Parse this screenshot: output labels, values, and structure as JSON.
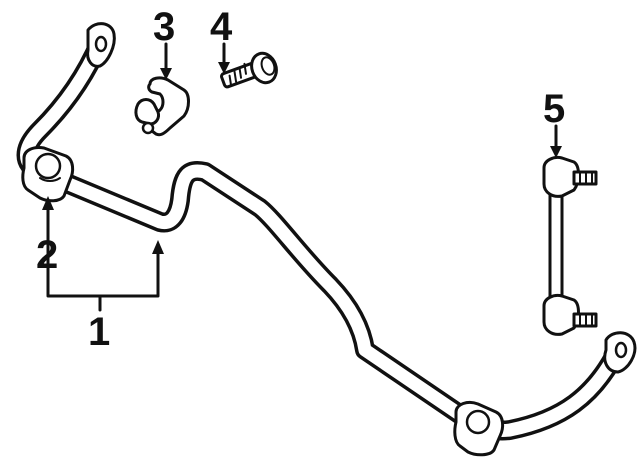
{
  "diagram": {
    "callouts": [
      {
        "id": "1",
        "label": "1"
      },
      {
        "id": "2",
        "label": "2"
      },
      {
        "id": "3",
        "label": "3"
      },
      {
        "id": "4",
        "label": "4"
      },
      {
        "id": "5",
        "label": "5"
      }
    ]
  },
  "colors": {
    "ink": "#111111",
    "background": "#ffffff"
  }
}
